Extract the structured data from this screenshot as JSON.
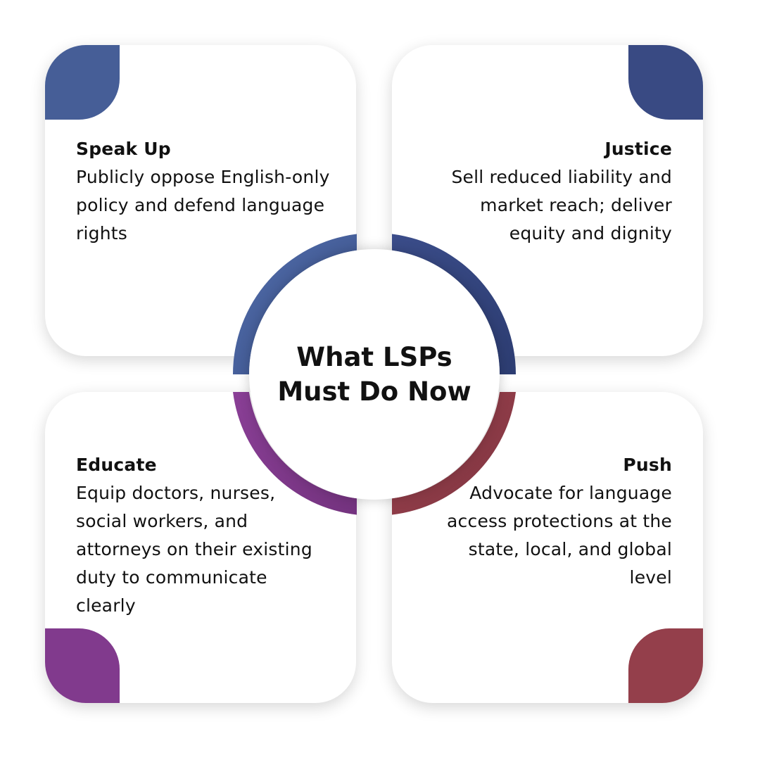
{
  "title": "What LSPs Must Do Now",
  "colors": {
    "speak_up": "#465e97",
    "justice": "#394a83",
    "educate": "#813a8d",
    "push": "#943f4b",
    "card_background": "#ffffff",
    "text": "#111111"
  },
  "cards": [
    {
      "title": "Speak Up",
      "body": "Publicly oppose English-only policy and defend language rights"
    },
    {
      "title": "Justice",
      "body": "Sell reduced liability and market reach; deliver equity and dignity"
    },
    {
      "title": "Educate",
      "body": "Equip doctors, nurses, social workers, and attorneys on their existing duty to communicate clearly"
    },
    {
      "title": "Push",
      "body": "Advocate for language access protections at the state, local, and global level"
    }
  ]
}
